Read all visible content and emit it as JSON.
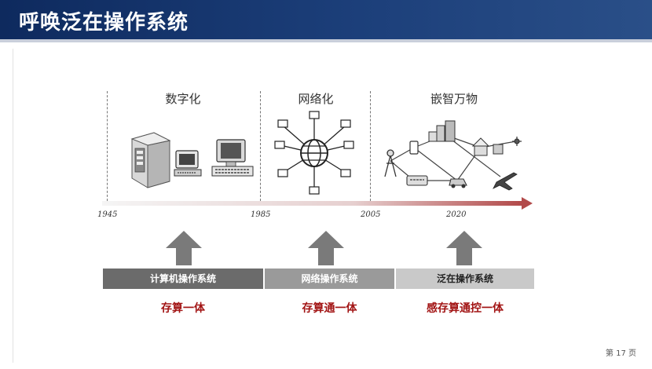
{
  "slide": {
    "title": "呼唤泛在操作系统",
    "page_number": "第 17 页"
  },
  "eras": [
    {
      "label": "数字化"
    },
    {
      "label": "网络化"
    },
    {
      "label": "嵌智万物"
    }
  ],
  "timeline": {
    "years": [
      "1945",
      "1985",
      "2005",
      "2020"
    ]
  },
  "os_bars": [
    {
      "label": "计算机操作系统",
      "color": "#6b6b6b"
    },
    {
      "label": "网络操作系统",
      "color": "#9a9a9a"
    },
    {
      "label": "泛在操作系统",
      "color": "#c9c9c9"
    }
  ],
  "slogans": [
    "存算一体",
    "存算通一体",
    "感存算通控一体"
  ],
  "colors": {
    "title_bar": "#1c3f7a",
    "slogan_red": "#a21414",
    "arrow_gray": "#7a7a7a"
  }
}
